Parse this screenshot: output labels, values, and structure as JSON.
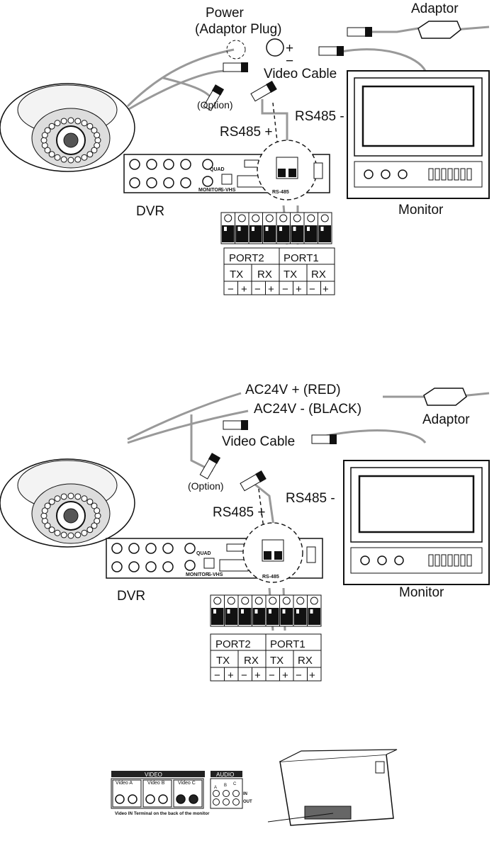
{
  "diagram1": {
    "power": "Power",
    "adaptor_plug": "(Adaptor Plug)",
    "plus": "+",
    "minus": "−",
    "adaptor": "Adaptor",
    "video_cable": "Video Cable",
    "option": "(Option)",
    "rs485_plus": "RS485 +",
    "rs485_minus": "RS485 -",
    "dvr": "DVR",
    "monitor": "Monitor",
    "rs485_port": "RS-485",
    "quad": "QUAD",
    "monitor_port": "MONITOR",
    "svhs": "S-VHS",
    "table": {
      "ports": [
        "PORT2",
        "PORT1"
      ],
      "signals": [
        "TX",
        "RX",
        "TX",
        "RX"
      ],
      "polarity": [
        "−",
        "+",
        "−",
        "+",
        "−",
        "+",
        "−",
        "+"
      ]
    }
  },
  "diagram2": {
    "ac24v_plus": "AC24V + (RED)",
    "ac24v_minus": "AC24V - (BLACK)",
    "adaptor": "Adaptor",
    "video_cable": "Video Cable",
    "option": "(Option)",
    "rs485_plus": "RS485 +",
    "rs485_minus": "RS485 -",
    "dvr": "DVR",
    "monitor": "Monitor",
    "rs485_port": "RS-485",
    "quad": "QUAD",
    "monitor_port": "MONITOR",
    "svhs": "S-VHS",
    "table": {
      "ports": [
        "PORT2",
        "PORT1"
      ],
      "signals": [
        "TX",
        "RX",
        "TX",
        "RX"
      ],
      "polarity": [
        "−",
        "+",
        "−",
        "+",
        "−",
        "+",
        "−",
        "+"
      ]
    }
  },
  "monitor_back": {
    "video_header": "VIDEO",
    "audio_header": "AUDIO",
    "video_inputs": [
      "Video A",
      "Video B",
      "Video C"
    ],
    "in": "IN",
    "out": "OUT",
    "audio_channels": [
      "A",
      "B",
      "C"
    ],
    "audio_in": "IN",
    "audio_out": "OUT",
    "caption": "Video IN Terminal on the back of the monitor"
  }
}
